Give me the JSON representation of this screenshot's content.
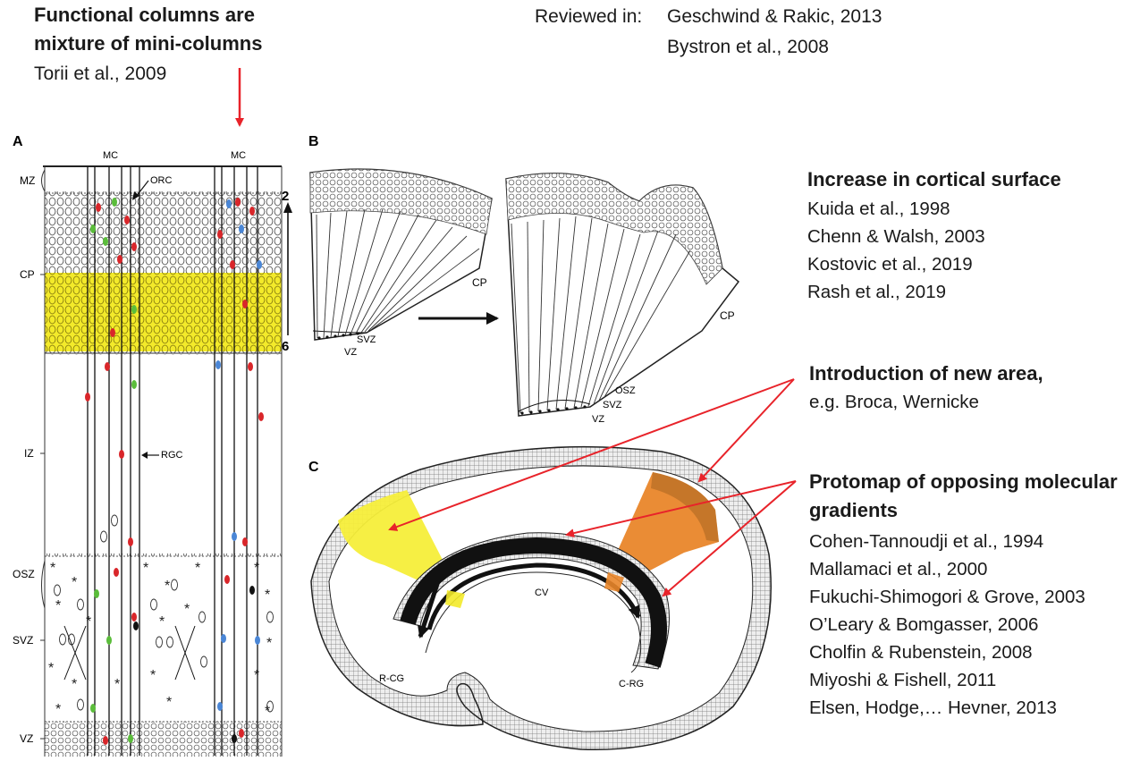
{
  "top_left": {
    "title_line1": "Functional columns are",
    "title_line2": "mixture of mini-columns",
    "citation": "Torii et al.,  2009"
  },
  "reviewed": {
    "label": "Reviewed in:",
    "ref1": "Geschwind & Rakic, 2013",
    "ref2": "Bystron et al., 2008"
  },
  "panel_a": {
    "letter": "A",
    "mc_left": "MC",
    "mc_right": "MC",
    "orc": "ORC",
    "rgc": "RGC",
    "layer_top": "2",
    "layer_bottom": "6",
    "zones": [
      "MZ",
      "CP",
      "IZ",
      "OSZ",
      "SVZ",
      "VZ"
    ]
  },
  "panel_b": {
    "letter": "B",
    "left_cp": "CP",
    "left_svz": "SVZ",
    "left_vz": "VZ",
    "right_cp": "CP",
    "right_osz": "OSZ",
    "right_svz": "SVZ",
    "right_vz": "VZ"
  },
  "panel_c": {
    "letter": "C",
    "cv": "CV",
    "rcg": "R-CG",
    "crg": "C-RG"
  },
  "increase": {
    "title": "Increase in cortical surface",
    "refs": [
      "Kuida et al., 1998",
      "Chenn & Walsh, 2003",
      "Kostovic et al., 2019",
      "Rash et al., 2019"
    ]
  },
  "new_area": {
    "title": "Introduction of new area,",
    "subtitle": "e.g. Broca, Wernicke"
  },
  "protomap": {
    "title_line1": "Protomap of opposing molecular",
    "title_line2": "gradients",
    "refs": [
      "Cohen-Tannoudji et al., 1994",
      "Mallamaci et al., 2000",
      "Fukuchi-Shimogori & Grove, 2003",
      "O’Leary & Bomgasser, 2006",
      "Cholfin & Rubenstein, 2008",
      "Miyoshi & Fishell, 2011",
      "Elsen, Hodge,… Hevner, 2013"
    ]
  },
  "colors": {
    "arrow_red": "#e8232a",
    "cp_yellow": "#f3ea2a",
    "frontal_yellow": "#f6ee3a",
    "posterior_orange": "#e9862a",
    "cell_red": "#d9262a",
    "cell_green": "#5bbd3b",
    "cell_blue": "#4a86d6"
  }
}
